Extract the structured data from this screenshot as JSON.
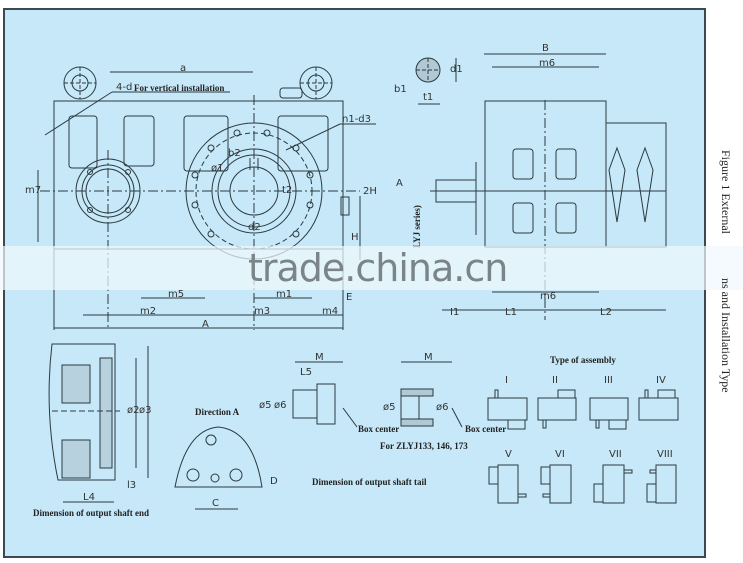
{
  "figure": {
    "caption": "Figure 1 External Dimensions and Installation Type",
    "caption_visible_part1": "Figure 1 External",
    "caption_visible_part2": "ns and Installation Type",
    "background_color": "#c6e8f8",
    "line_color": "#2b3a40"
  },
  "watermark": {
    "text": "trade.china.cn"
  },
  "front_view": {
    "note_holes": "4-d",
    "note_holes_text": "For vertical installation",
    "flange_note": "n1-d3",
    "dims": {
      "a": "a",
      "m7": "m7",
      "b2": "b2",
      "d1": "ø1",
      "t2": "t2",
      "d2": "d2",
      "H2": "2H",
      "H": "H",
      "E": "E",
      "m5": "m5",
      "m1": "m1",
      "m2": "m2",
      "m3": "m3",
      "m4": "m4",
      "A": "A"
    }
  },
  "shaft_section": {
    "b1": "b1",
    "t1": "t1",
    "d1": "d1"
  },
  "side_view": {
    "B": "B",
    "m6_top": "m6",
    "m6_bottom": "m6",
    "arrow_A": "A",
    "series_note": "LYJ series)",
    "l1": "I1",
    "L1": "L1",
    "L2": "L2"
  },
  "output_shaft_end": {
    "title": "Dimension of output shaft end",
    "dims": {
      "phi2": "ø2",
      "phi3": "ø3",
      "l3": "l3",
      "L4": "L4"
    }
  },
  "direction_a": {
    "title": "Direction A",
    "C": "C",
    "D": "D"
  },
  "output_shaft_tail": {
    "title": "Dimension of output shaft tail",
    "left": {
      "M": "M",
      "L5": "L5",
      "phi5": "ø5",
      "phi6": "ø6",
      "box_center": "Box center"
    },
    "right": {
      "M": "M",
      "phi5": "ø5",
      "phi6": "ø6",
      "box_center": "Box center",
      "note": "For ZLYJ133, 146, 173"
    }
  },
  "assembly_types": {
    "title": "Type of assembly",
    "types": [
      "I",
      "II",
      "III",
      "IV",
      "V",
      "VI",
      "VII",
      "VIII"
    ]
  }
}
